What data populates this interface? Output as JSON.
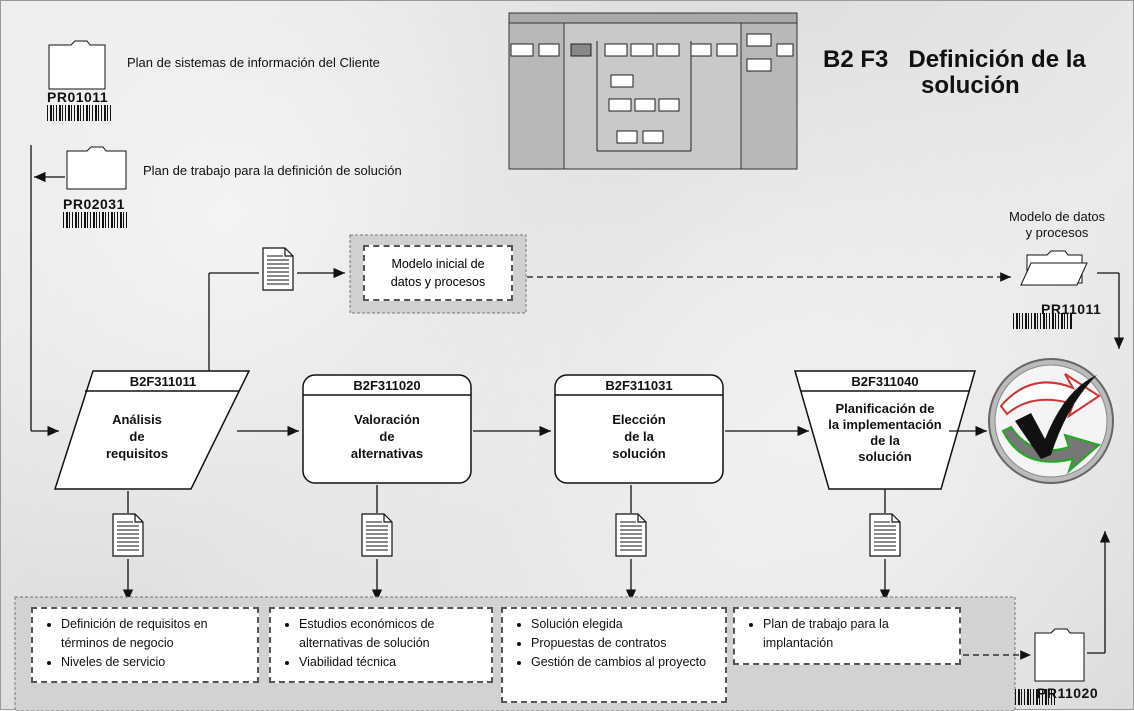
{
  "header": {
    "title_line1": "B2 F3   Definición de la",
    "title_line2": "solución"
  },
  "inputs": [
    {
      "label": "Plan de sistemas de información del Cliente",
      "code": "PR01011"
    },
    {
      "label": "Plan de trabajo para la definición de solución",
      "code": "PR02031"
    }
  ],
  "model_box": {
    "line1": "Modelo inicial de",
    "line2": "datos y procesos"
  },
  "output_folder_top": {
    "line1": "Modelo de datos",
    "line2": "y procesos",
    "code": "PR11011"
  },
  "output_folder_bottom": {
    "code": "PR11020"
  },
  "processes": [
    {
      "code": "B2F311011",
      "line1": "Análisis",
      "line2": "de",
      "line3": "requisitos",
      "line4": ""
    },
    {
      "code": "B2F311020",
      "line1": "Valoración",
      "line2": "de",
      "line3": "alternativas",
      "line4": ""
    },
    {
      "code": "B2F311031",
      "line1": "Elección",
      "line2": "de la",
      "line3": "solución",
      "line4": ""
    },
    {
      "code": "B2F311040",
      "line1": "Planificación de",
      "line2": "la implementación",
      "line3": "de la",
      "line4": "solución"
    }
  ],
  "deliverables": [
    {
      "items": [
        "Definición de requisitos en términos de negocio",
        "Niveles de servicio"
      ]
    },
    {
      "items": [
        "Estudios económicos de alternativas de solución",
        "Viabilidad técnica"
      ]
    },
    {
      "items": [
        "Solución elegida",
        "Propuestas de contratos",
        "Gestión de cambios al proyecto"
      ]
    },
    {
      "items": [
        "Plan de trabajo para la implantación"
      ]
    }
  ]
}
